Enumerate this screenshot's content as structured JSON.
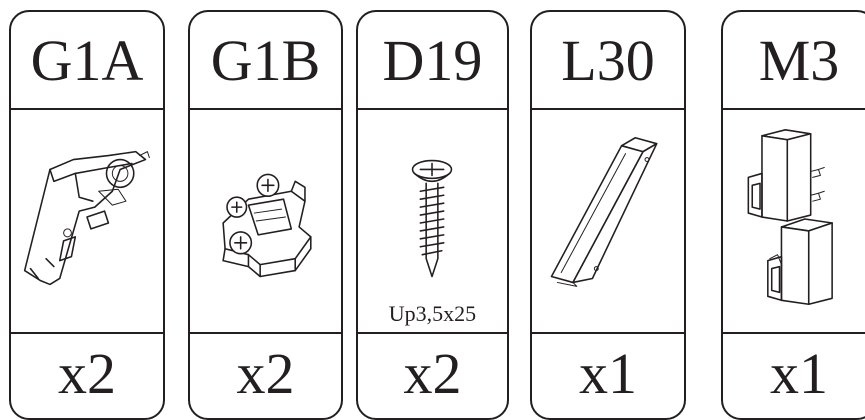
{
  "items": [
    {
      "code": "G1A",
      "spec": "",
      "quantity": "x2",
      "icon": "concealed-hinge-icon"
    },
    {
      "code": "G1B",
      "spec": "",
      "quantity": "x2",
      "icon": "hinge-mounting-plate-icon"
    },
    {
      "code": "D19",
      "spec": "Up3,5x25",
      "quantity": "x2",
      "icon": "screw-icon"
    },
    {
      "code": "L30",
      "spec": "",
      "quantity": "x1",
      "icon": "rail-bar-icon"
    },
    {
      "code": "M3",
      "spec": "",
      "quantity": "x1",
      "icon": "connector-blocks-icon"
    }
  ]
}
